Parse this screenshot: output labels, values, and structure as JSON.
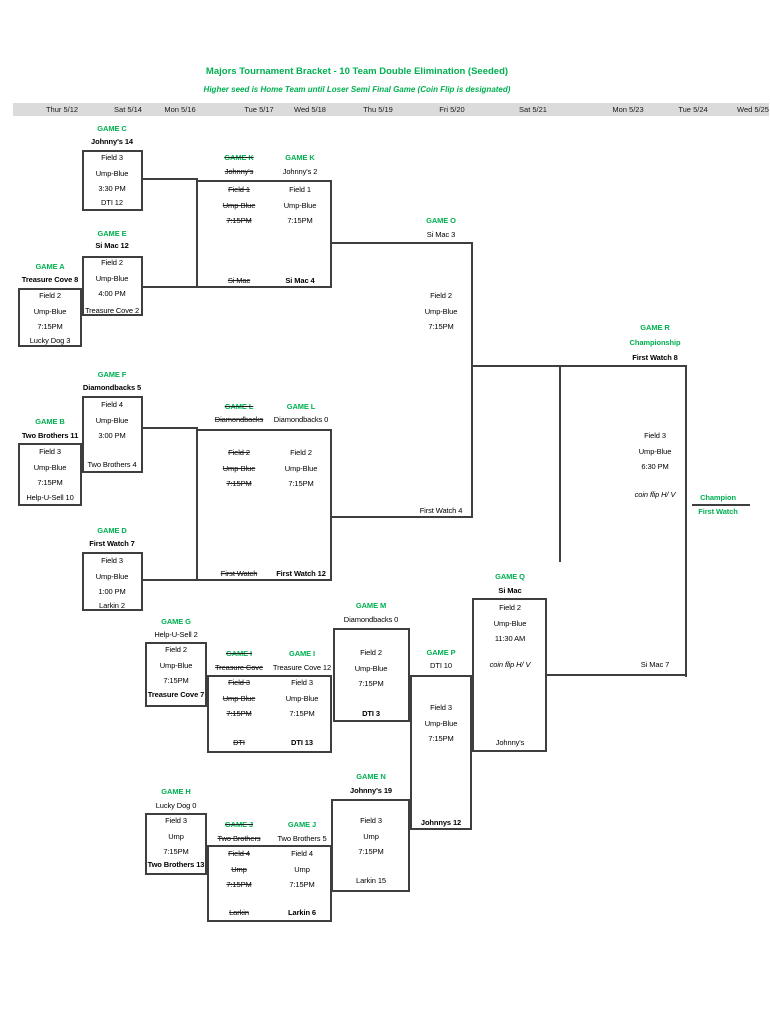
{
  "title": "Majors Tournament Bracket - 10 Team Double Elimination (Seeded)",
  "subtitle": "Higher seed is Home Team until Loser Semi Final Game (Coin Flip is designated)",
  "date_columns": [
    "Thur 5/12",
    "Sat 5/14",
    "Mon 5/16",
    "Tue 5/17",
    "Wed 5/18",
    "Thu 5/19",
    "Fri 5/20",
    "Sat 5/21",
    "Mon 5/23",
    "Tue 5/24",
    "Wed 5/25"
  ],
  "games": [
    {
      "id": "c",
      "label": "GAME C",
      "top_team": "Johnny's 14",
      "top_bold": true,
      "details": [
        "Field 3",
        "Ump-Blue",
        "3:30 PM"
      ],
      "bottom_team": "DTI 12",
      "bottom_bold": false
    },
    {
      "id": "e",
      "label": "GAME E",
      "top_team": "Si Mac 12",
      "top_bold": true,
      "details": [
        "Field 2",
        "Ump-Blue",
        "4:00 PM"
      ],
      "bottom_team": "Treasure Cove 2",
      "bottom_bold": false
    },
    {
      "id": "a",
      "label": "GAME A",
      "top_team": "Treasure Cove 8",
      "top_bold": true,
      "details": [
        "Field 2",
        "Ump-Blue",
        "7:15PM"
      ],
      "bottom_team": "Lucky Dog 3",
      "bottom_bold": false
    },
    {
      "id": "f",
      "label": "GAME F",
      "top_team": "Diamondbacks 5",
      "top_bold": true,
      "details": [
        "Field 4",
        "Ump-Blue",
        "3:00 PM"
      ],
      "bottom_team": "Two Brothers 4",
      "bottom_bold": false
    },
    {
      "id": "b",
      "label": "GAME B",
      "top_team": "Two Brothers 11",
      "top_bold": true,
      "details": [
        "Field 3",
        "Ump-Blue",
        "7:15PM"
      ],
      "bottom_team": "Help-U-Sell 10",
      "bottom_bold": false
    },
    {
      "id": "d",
      "label": "GAME D",
      "top_team": "First Watch 7",
      "top_bold": true,
      "details": [
        "Field 3",
        "Ump-Blue",
        "1:00 PM"
      ],
      "bottom_team": "Larkin 2",
      "bottom_bold": false
    },
    {
      "id": "g",
      "label": "GAME G",
      "top_team": "Help-U-Sell 2",
      "top_bold": false,
      "details": [
        "Field 2",
        "Ump-Blue",
        "7:15PM"
      ],
      "bottom_team": "Treasure Cove 7",
      "bottom_bold": true
    },
    {
      "id": "h",
      "label": "GAME H",
      "top_team": "Lucky Dog 0",
      "top_bold": false,
      "details": [
        "Field 3",
        "Ump",
        "7:15PM"
      ],
      "bottom_team": "Two Brothers 13",
      "bottom_bold": true
    },
    {
      "id": "k",
      "label": "GAME K",
      "top_team": "Johnny's 2",
      "top_bold": false,
      "details": [
        "Field 1",
        "Ump-Blue",
        "7:15PM"
      ],
      "bottom_team": "Si Mac 4",
      "bottom_bold": true,
      "struck": {
        "label": "GAME K",
        "top_team": "Johnny's",
        "details": [
          "Field 1",
          "Ump-Blue",
          "7:15PM"
        ],
        "bottom_team": "Si Mac"
      }
    },
    {
      "id": "l",
      "label": "GAME L",
      "top_team": "Diamondbacks 0",
      "top_bold": false,
      "details": [
        "Field 2",
        "Ump-Blue",
        "7:15PM"
      ],
      "bottom_team": "First Watch 12",
      "bottom_bold": true,
      "struck": {
        "label": "GAME L",
        "top_team": "Diamondbacks",
        "details": [
          "Field 2",
          "Ump-Blue",
          "7:15PM"
        ],
        "bottom_team": "First Watch"
      }
    },
    {
      "id": "i",
      "label": "GAME I",
      "top_team": "Treasure Cove 12",
      "top_bold": false,
      "details": [
        "Field 3",
        "Ump-Blue",
        "7:15PM"
      ],
      "bottom_team": "DTI 13",
      "bottom_bold": true,
      "struck": {
        "label": "GAME I",
        "top_team": "Treasure Cove",
        "details": [
          "Field 3",
          "Ump-Blue",
          "7:15PM"
        ],
        "bottom_team": "DTI"
      }
    },
    {
      "id": "j",
      "label": "GAME J",
      "top_team": "Two Brothers 5",
      "top_bold": false,
      "details": [
        "Field 4",
        "Ump",
        "7:15PM"
      ],
      "bottom_team": "Larkin 6",
      "bottom_bold": true,
      "struck": {
        "label": "GAME J",
        "top_team": "Two Brothers",
        "details": [
          "Field 4",
          "Ump",
          "7:15PM"
        ],
        "bottom_team": "Larkin"
      }
    },
    {
      "id": "o",
      "label": "GAME O",
      "top_team": "Si Mac 3",
      "top_bold": false,
      "details": [
        "Field 2",
        "Ump-Blue",
        "7:15PM"
      ],
      "bottom_team": "First Watch 4",
      "bottom_bold": false
    },
    {
      "id": "m",
      "label": "GAME M",
      "top_team": "Diamondbacks 0",
      "top_bold": false,
      "details": [
        "Field 2",
        "Ump-Blue",
        "7:15PM"
      ],
      "bottom_team": "DTI 3",
      "bottom_bold": true
    },
    {
      "id": "n",
      "label": "GAME N",
      "top_team": "Johnny's 19",
      "top_bold": true,
      "details": [
        "Field 3",
        "Ump",
        "7:15PM"
      ],
      "bottom_team": "Larkin 15",
      "bottom_bold": false
    },
    {
      "id": "p",
      "label": "GAME P",
      "top_team": "DTI 10",
      "top_bold": false,
      "details": [
        "Field 3",
        "Ump-Blue",
        "7:15PM"
      ],
      "bottom_team": "Johnnys 12",
      "bottom_bold": true
    },
    {
      "id": "q",
      "label": "GAME Q",
      "top_team": "Si Mac",
      "top_bold": true,
      "details": [
        "Field 2",
        "Ump-Blue",
        "11:30 AM"
      ],
      "bottom_team": "Johnny's",
      "bottom_bold": false,
      "note": "coin flip H/ V"
    },
    {
      "id": "r",
      "label": "GAME R",
      "sublabel": "Championship",
      "top_team": "First Watch 8",
      "top_bold": true,
      "details": [
        "Field 3",
        "Ump-Blue",
        "6:30 PM"
      ],
      "bottom_team": "Si Mac 7",
      "bottom_bold": false,
      "note": "coin flip H/ V"
    }
  ],
  "champion": {
    "heading": "Champion",
    "team": "First Watch"
  },
  "colors": {
    "accent_green": "#00B050",
    "header_bar": "#DBDBDB",
    "line": "#3E3E3E"
  }
}
